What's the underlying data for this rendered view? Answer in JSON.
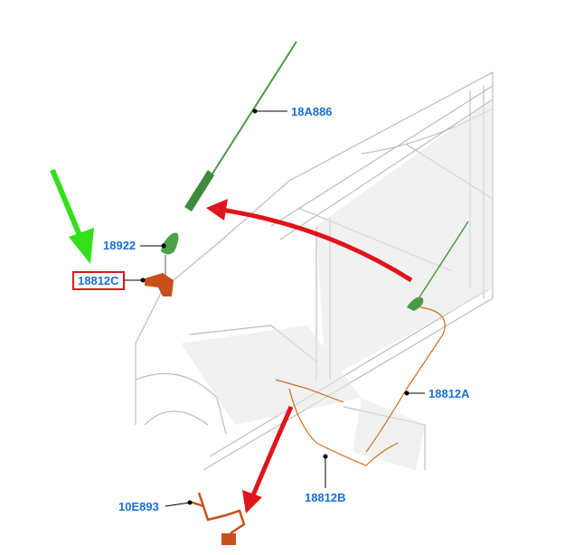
{
  "labels": {
    "antenna_mast": "18A886",
    "antenna_base": "18922",
    "antenna_connector": "18812C",
    "cable_a": "18812A",
    "cable_b": "18812B",
    "harness": "10E893"
  },
  "colors": {
    "label": "#1a6fd6",
    "highlight_box": "#e0141b",
    "red_arrow": "#e0141b",
    "green_arrow": "#33e01a",
    "antenna": "#4a9a45",
    "connector": "#c8501a",
    "body_outline": "#b8b8b8"
  }
}
